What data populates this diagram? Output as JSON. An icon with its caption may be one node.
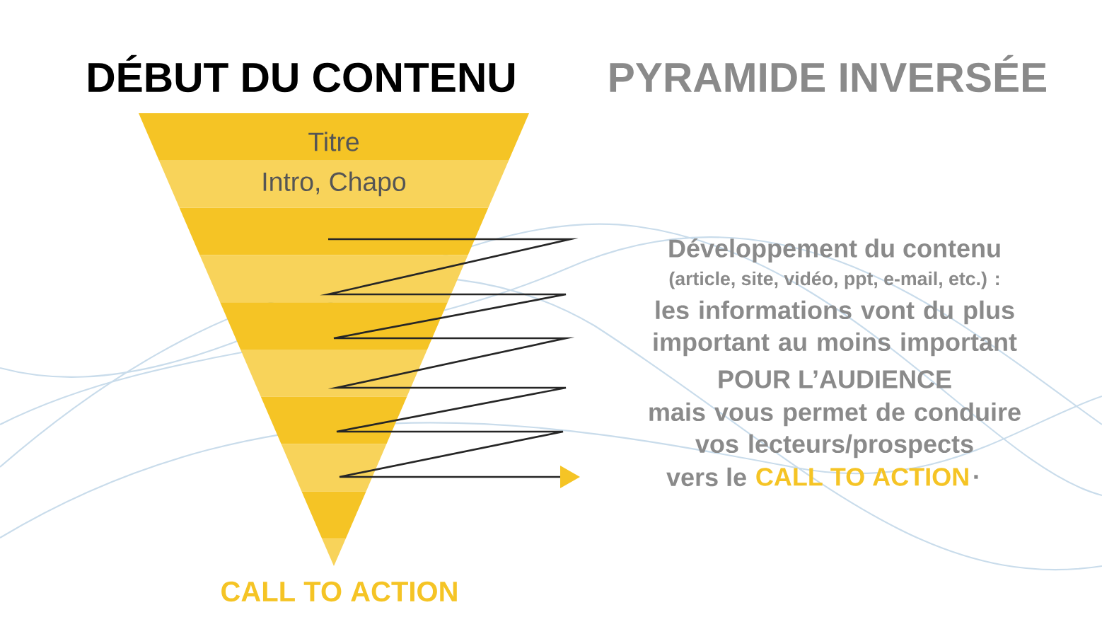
{
  "diagram": {
    "nodes": [
      {
        "text": [
          "DÉBUT DU CONTENU"
        ],
        "beside": [
          "CALL TO ACTION"
        ]
      },
      {
        "text": [
          "Titre"
        ],
        "in": 0
      },
      {
        "text": [
          "Intro, Chapo"
        ],
        "in": 0
      }
    ],
    "labels": [
      "PYRAMIDE INVERSÉE",
      "Développement du contenu",
      "(article, site, vidéo, ppt, e-mail, etc.) :",
      "les informations vont du plus important au moins important",
      "POUR L’AUDIENCE",
      "mais vous permet de conduire vos lecteurs/prospects",
      "vers le",
      "CALL TO ACTION",
      "."
    ]
  }
}
